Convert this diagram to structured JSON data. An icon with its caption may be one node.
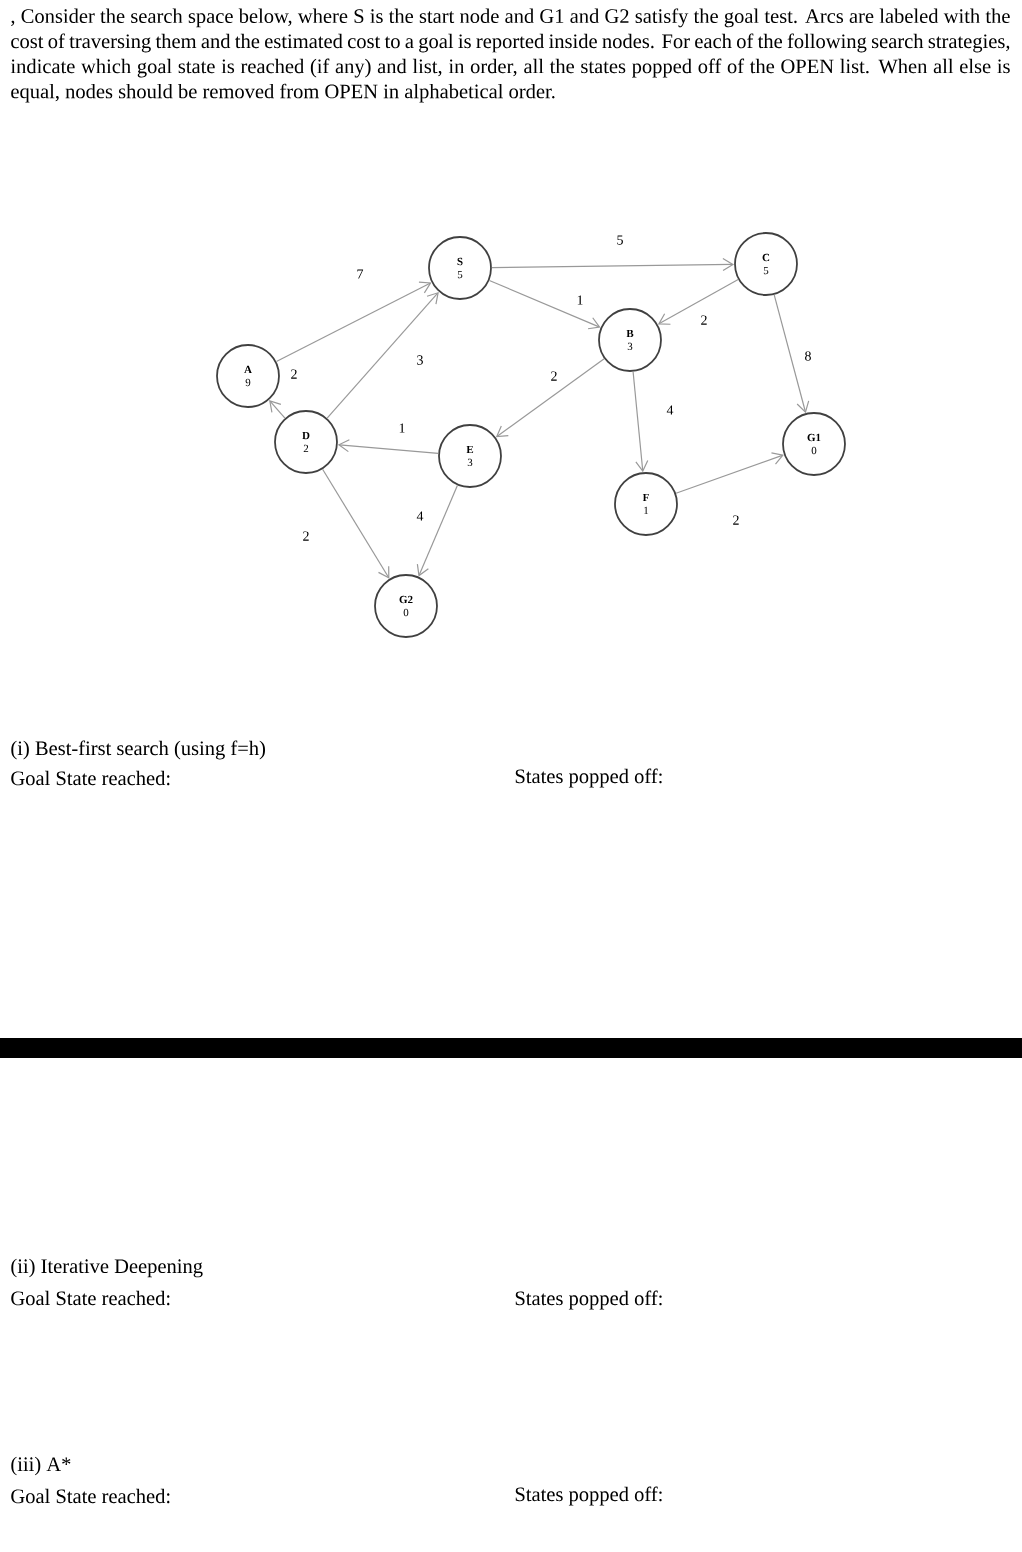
{
  "diagram": {
    "title": ", Consider the search space below, where S is the start node and G1 and G2 satisfy the goal test. Arcs are labeled with the cost of traversing them and the estimated cost to a goal is reported inside nodes. For each of the following search strategies, indicate which goal state is reached (if any) and list, in order, all the states popped off of the OPEN list. When all else is equal, nodes should be removed from OPEN in alphabetical order.",
    "nodes": [
      {
        "text": [
          "A",
          "9"
        ]
      },
      {
        "text": [
          "S",
          "5"
        ]
      },
      {
        "text": [
          "C",
          "5"
        ]
      },
      {
        "text": [
          "B",
          "3"
        ]
      },
      {
        "text": [
          "D",
          "2"
        ]
      },
      {
        "text": [
          "E",
          "3"
        ]
      },
      {
        "text": [
          "G1",
          "0"
        ]
      },
      {
        "text": [
          "F",
          "1"
        ]
      },
      {
        "text": [
          "G2",
          "0"
        ]
      }
    ],
    "edges": [
      {
        "from": 0,
        "to": 1,
        "arrow": "to",
        "label": "7"
      },
      {
        "from": 1,
        "to": 2,
        "arrow": "to",
        "label": "5"
      },
      {
        "from": 1,
        "to": 3,
        "arrow": "to",
        "label": "1"
      },
      {
        "from": 4,
        "to": 0,
        "arrow": "to",
        "label": "2"
      },
      {
        "from": 4,
        "to": 1,
        "arrow": "to",
        "label": "3"
      },
      {
        "from": 2,
        "to": 3,
        "arrow": "to",
        "label": "2"
      },
      {
        "from": 3,
        "to": 5,
        "arrow": "to",
        "label": "2"
      },
      {
        "from": 2,
        "to": 6,
        "arrow": "to",
        "label": "8"
      },
      {
        "from": 5,
        "to": 4,
        "arrow": "to",
        "label": "1"
      },
      {
        "from": 3,
        "to": 7,
        "arrow": "to",
        "label": "4"
      },
      {
        "from": 4,
        "to": 8,
        "arrow": "to",
        "label": "2"
      },
      {
        "from": 5,
        "to": 8,
        "arrow": "to",
        "label": "4"
      },
      {
        "from": 7,
        "to": 6,
        "arrow": "to",
        "label": "2"
      }
    ],
    "labels": [
      "(i) Best-first search (using f=h)",
      "Goal State reached:",
      "States popped off:",
      "(ii) Iterative Deepening",
      "Goal State reached:",
      "States popped off:",
      "(iii) A*",
      "Goal State reached:",
      "States popped off:"
    ]
  }
}
